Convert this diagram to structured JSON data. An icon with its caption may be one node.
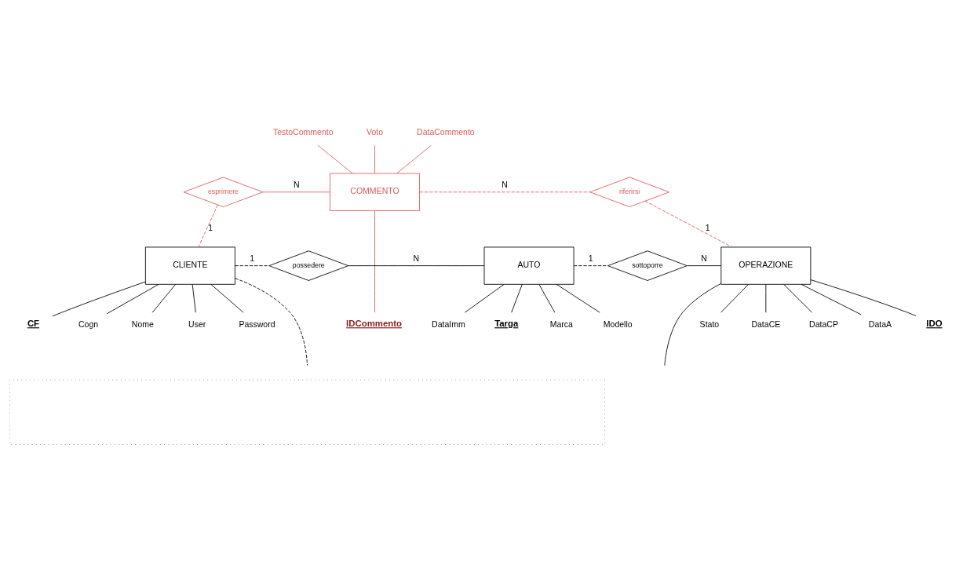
{
  "diagram": {
    "nodes": [
      {
        "text": [
          "COMMENTO"
        ]
      },
      {
        "text": [
          "TestoCommento"
        ]
      },
      {
        "text": [
          "Voto"
        ]
      },
      {
        "text": [
          "DataCommento"
        ]
      },
      {
        "text": [
          "IDCommento"
        ]
      },
      {
        "text": [
          "esprimere"
        ]
      },
      {
        "text": [
          "riferirsi"
        ]
      },
      {
        "text": [
          "CLIENTE"
        ]
      },
      {
        "text": [
          "possedere"
        ]
      },
      {
        "text": [
          "AUTO"
        ]
      },
      {
        "text": [
          "sottoporre"
        ]
      },
      {
        "text": [
          "OPERAZIONE"
        ]
      },
      {
        "text": [
          "CF"
        ]
      },
      {
        "text": [
          "Cogn"
        ]
      },
      {
        "text": [
          "Nome"
        ]
      },
      {
        "text": [
          "User"
        ]
      },
      {
        "text": [
          "Password"
        ]
      },
      {
        "text": [
          "Targa"
        ]
      },
      {
        "text": [
          "Marca"
        ]
      },
      {
        "text": [
          "Modello"
        ]
      },
      {
        "text": [
          "DataImm"
        ]
      },
      {
        "text": [
          "Stato"
        ]
      },
      {
        "text": [
          "DataCE"
        ]
      },
      {
        "text": [
          "DataCP"
        ]
      },
      {
        "text": [
          "DataA"
        ]
      },
      {
        "text": [
          "IDO"
        ]
      },
      {
        "text": [],
        "shape": "box"
      }
    ],
    "edges": [
      {
        "from": 1,
        "to": 0,
        "arrow": "none",
        "color": "#e05a5a"
      },
      {
        "from": 2,
        "to": 0,
        "arrow": "none",
        "color": "#e05a5a"
      },
      {
        "from": 3,
        "to": 0,
        "arrow": "none",
        "color": "#e05a5a"
      },
      {
        "from": 0,
        "to": 4,
        "arrow": "none",
        "color": "#e05a5a"
      },
      {
        "from": 5,
        "to": 0,
        "arrow": "none",
        "label": "N",
        "color": "#e05a5a"
      },
      {
        "from": 5,
        "to": 7,
        "arrow": "none",
        "label": "1",
        "style": "dashed",
        "color": "#e05a5a"
      },
      {
        "from": 0,
        "to": 6,
        "arrow": "none",
        "label": "N",
        "style": "dashed",
        "color": "#e05a5a"
      },
      {
        "from": 6,
        "to": 11,
        "arrow": "none",
        "label": "1",
        "style": "dashed",
        "color": "#e05a5a"
      },
      {
        "from": 7,
        "to": 8,
        "arrow": "none",
        "label": "1",
        "style": "dashed"
      },
      {
        "from": 8,
        "to": 9,
        "arrow": "none",
        "label": "N"
      },
      {
        "from": 9,
        "to": 10,
        "arrow": "none",
        "label": "1",
        "style": "dashed"
      },
      {
        "from": 10,
        "to": 11,
        "arrow": "none",
        "label": "N"
      },
      {
        "from": 7,
        "to": 12,
        "arrow": "none"
      },
      {
        "from": 7,
        "to": 13,
        "arrow": "none"
      },
      {
        "from": 7,
        "to": 14,
        "arrow": "none"
      },
      {
        "from": 7,
        "to": 15,
        "arrow": "none"
      },
      {
        "from": 7,
        "to": 16,
        "arrow": "none"
      },
      {
        "from": 7,
        "to": null,
        "arrow": "none",
        "style": "dashed"
      },
      {
        "from": 9,
        "to": 17,
        "arrow": "none"
      },
      {
        "from": 9,
        "to": 18,
        "arrow": "none"
      },
      {
        "from": 9,
        "to": 19,
        "arrow": "none"
      },
      {
        "from": 9,
        "to": 20,
        "arrow": "none"
      },
      {
        "from": 11,
        "to": 21,
        "arrow": "none"
      },
      {
        "from": 11,
        "to": 22,
        "arrow": "none"
      },
      {
        "from": 11,
        "to": 23,
        "arrow": "none"
      },
      {
        "from": 11,
        "to": 24,
        "arrow": "none"
      },
      {
        "from": 11,
        "to": 25,
        "arrow": "none"
      },
      {
        "from": 11,
        "to": null,
        "arrow": "none"
      }
    ]
  }
}
